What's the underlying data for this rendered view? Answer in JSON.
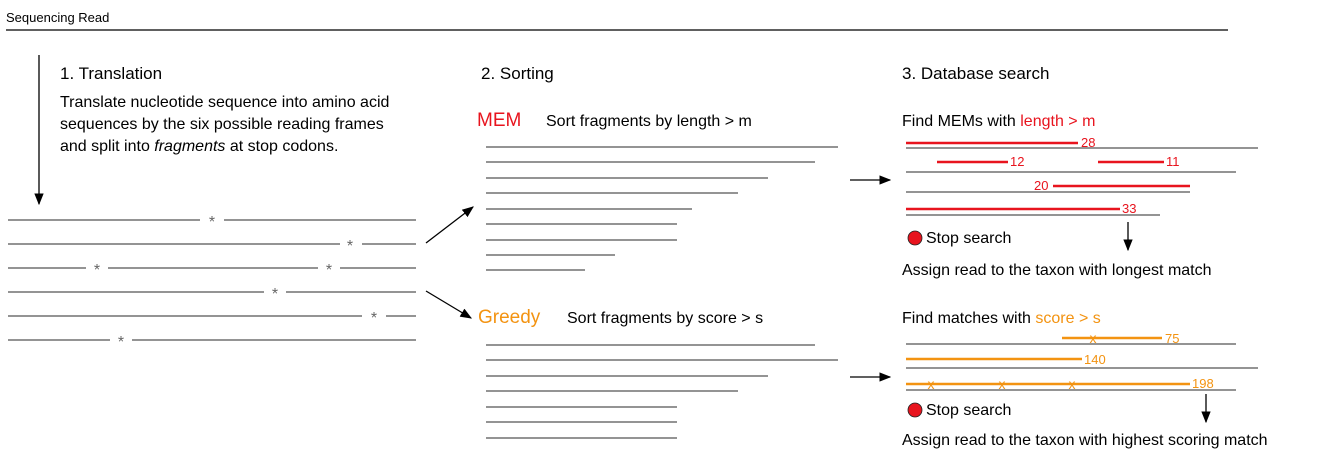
{
  "header": {
    "title": "Sequencing Read"
  },
  "colors": {
    "mem": "#e8141e",
    "greedy": "#f39311",
    "stop": "#e8141e",
    "line": "#555555"
  },
  "translation": {
    "heading": "1. Translation",
    "desc_line1": "Translate nucleotide sequence into amino acid",
    "desc_line2": "sequences by the six possible reading frames",
    "desc_line3_pre": "and split into ",
    "desc_line3_em": "fragments",
    "desc_line3_post": " at stop codons.",
    "stop_symbol": "*"
  },
  "sorting": {
    "heading": "2. Sorting",
    "mem_label": "MEM",
    "mem_desc": "Sort fragments by length > m",
    "greedy_label": "Greedy",
    "greedy_desc": "Sort fragments by score > s"
  },
  "database": {
    "heading": "3. Database search",
    "mem_find_pre": "Find MEMs with ",
    "mem_find_hl": "length > m",
    "mem_matches": [
      "28",
      "12",
      "11",
      "20",
      "33"
    ],
    "stop_label": "Stop search",
    "mem_assign": "Assign read to the taxon with longest match",
    "greedy_find_pre": "Find matches with ",
    "greedy_find_hl": "score > s",
    "greedy_matches": [
      "75",
      "140",
      "198"
    ],
    "mismatch_symbol": "x",
    "greedy_assign": "Assign read to the taxon with highest scoring match"
  }
}
